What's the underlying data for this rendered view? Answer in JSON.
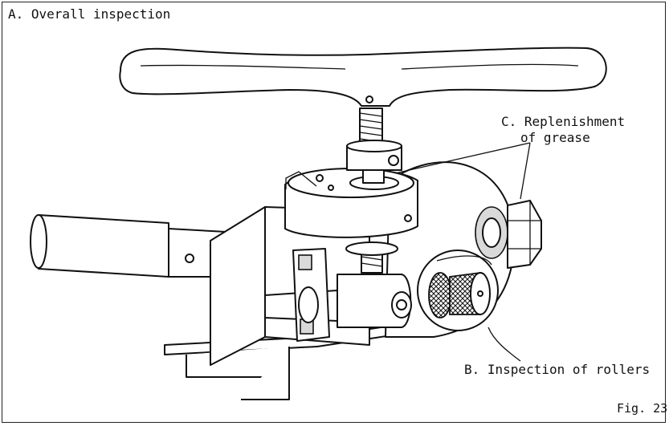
{
  "labels": {
    "overall": "A. Overall inspection",
    "grease_line1": "C. Replenishment",
    "grease_line2": "of grease",
    "rollers": "B. Inspection of rollers",
    "figure": "Fig. 23"
  }
}
